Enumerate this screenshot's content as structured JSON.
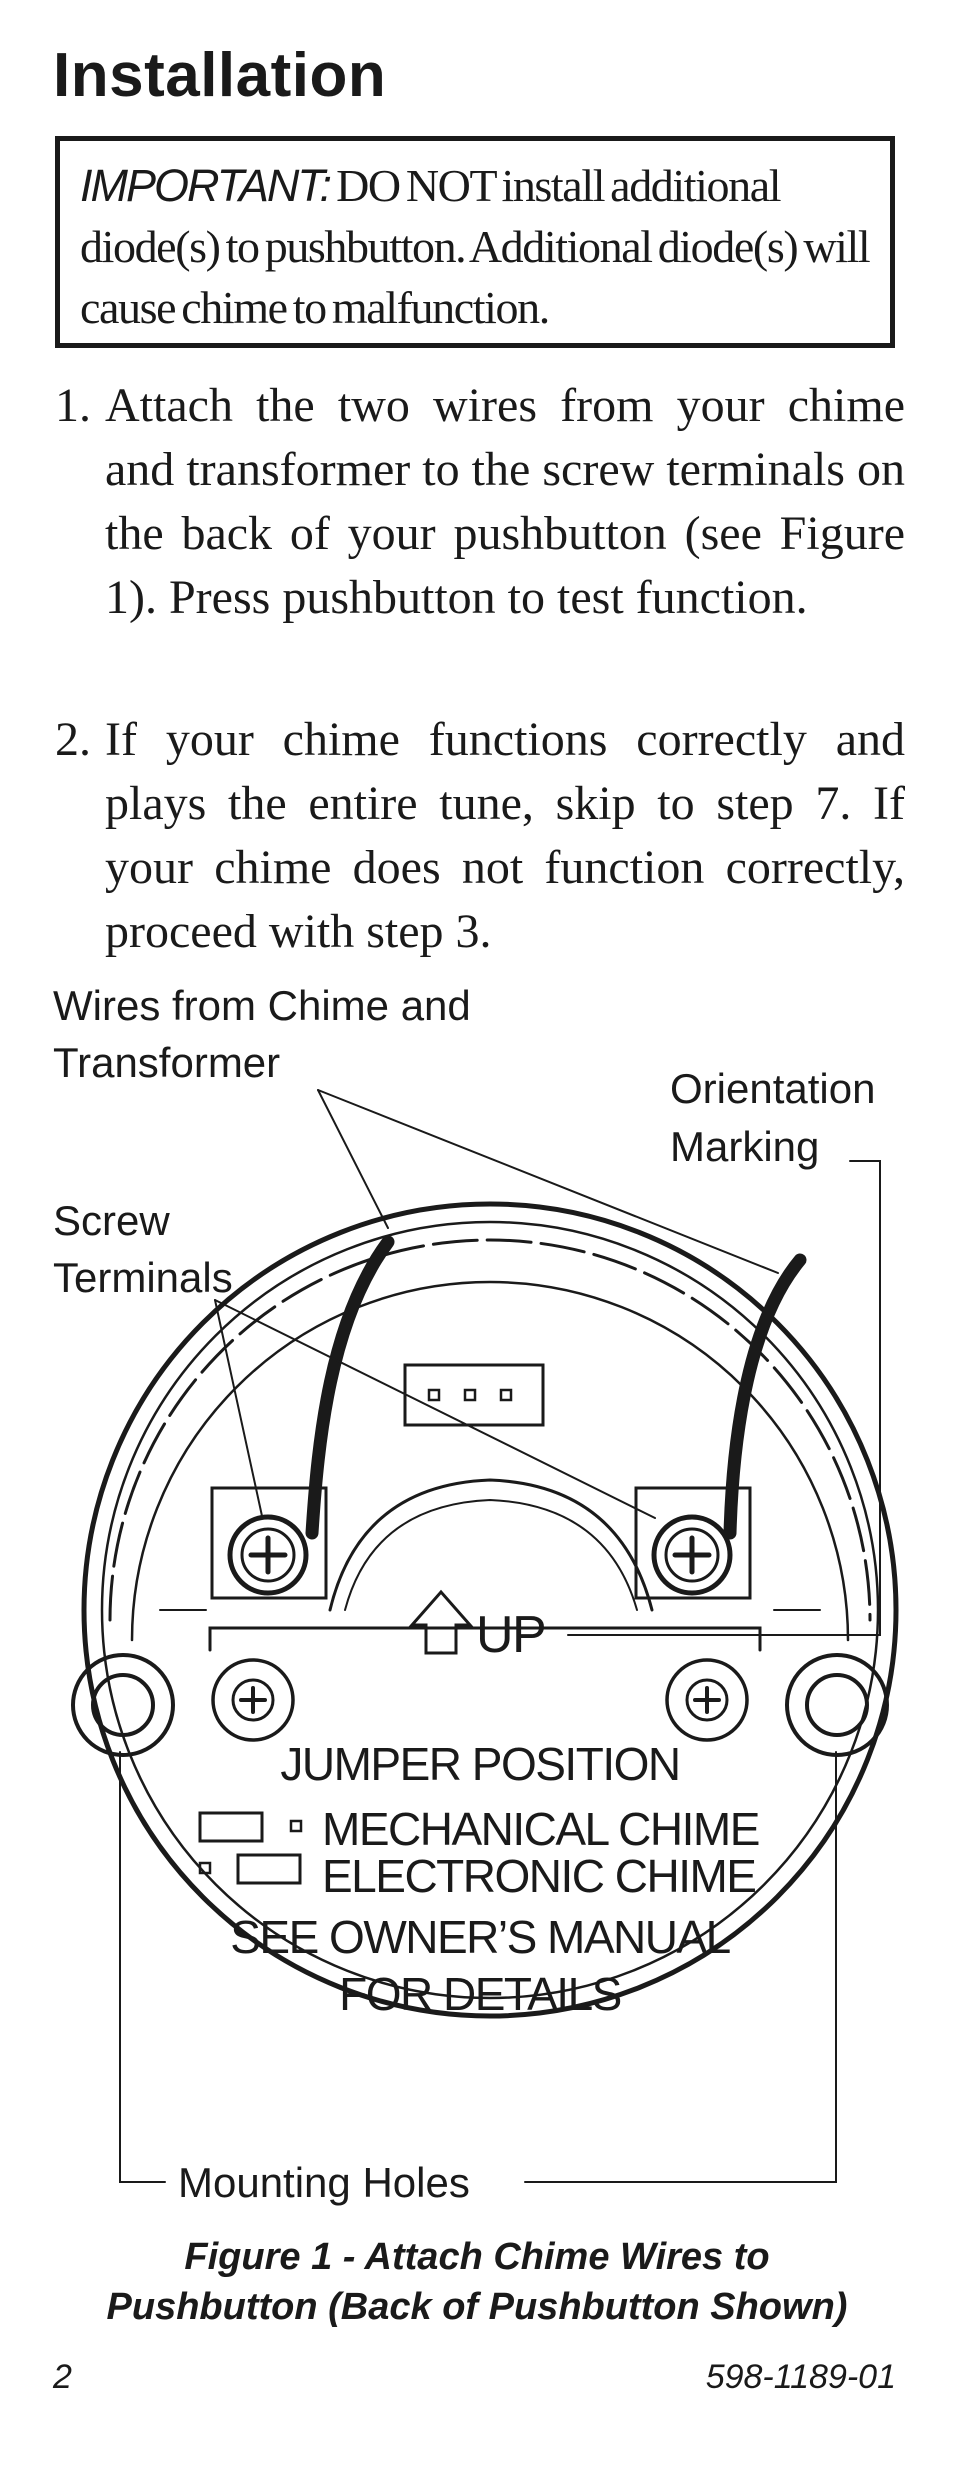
{
  "heading": "Installation",
  "notice": {
    "lead": "IMPORTANT:",
    "text": " DO NOT install additional diode(s) to pushbutton. Additional diode(s) will cause chime to malfunction."
  },
  "steps": [
    {
      "num": "1.",
      "text": "Attach the two wires from your chime and transformer to the screw terminals on the back of your pushbutton (see Figure 1). Press pushbutton to test function."
    },
    {
      "num": "2.",
      "text": "If your chime functions correctly and plays the entire tune, skip to step 7. If your chime does not function correctly, proceed with step 3."
    }
  ],
  "figure": {
    "labels": {
      "wires_line1": "Wires from Chime and",
      "wires_line2": "Transformer",
      "orientation_line1": "Orientation",
      "orientation_line2": "Marking",
      "screw_line1": "Screw",
      "screw_line2": "Terminals",
      "mounting_holes": "Mounting Holes"
    },
    "plate": {
      "up": "UP",
      "jumper_title": "JUMPER POSITION",
      "option_mechanical": "MECHANICAL CHIME",
      "option_electronic": "ELECTRONIC CHIME",
      "manual_line1": "SEE OWNER’S MANUAL",
      "manual_line2": "FOR DETAILS"
    }
  },
  "caption": {
    "line1": "Figure 1 - Attach Chime Wires to",
    "line2": "Pushbutton (Back of Pushbutton Shown)"
  },
  "footer": {
    "page_number": "2",
    "doc_code": "598-1189-01"
  },
  "colors": {
    "ink": "#1a1a1a",
    "paper": "#ffffff"
  }
}
